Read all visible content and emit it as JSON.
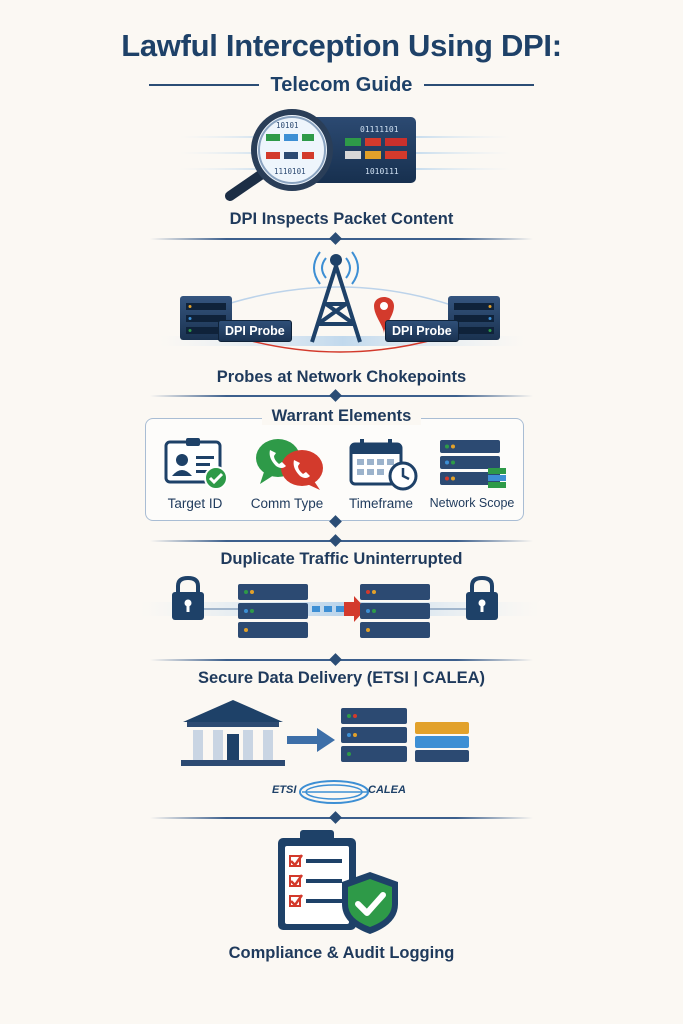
{
  "header": {
    "title": "Lawful Interception Using DPI:",
    "subtitle": "Telecom Guide"
  },
  "sections": {
    "dpi": {
      "caption": "DPI Inspects Packet Content",
      "binary_top": "10101",
      "binary_top2": "01111101",
      "binary_bottom": "1110101",
      "binary_bottom2": "1010111"
    },
    "probes": {
      "caption": "Probes at Network Chokepoints",
      "probe_left": "DPI Probe",
      "probe_right": "DPI Probe"
    },
    "warrant": {
      "title": "Warrant Elements",
      "items": [
        {
          "label": "Target ID",
          "icon": "id-card-icon"
        },
        {
          "label": "Comm Type",
          "icon": "chat-phone-icon"
        },
        {
          "label": "Timeframe",
          "icon": "calendar-clock-icon"
        },
        {
          "label": "Network Scope",
          "icon": "server-stack-icon"
        }
      ]
    },
    "duplicate": {
      "caption": "Duplicate Traffic Uninterrupted"
    },
    "delivery": {
      "caption": "Secure Data Delivery (ETSI | CALEA)",
      "logo_left": "ETSI",
      "logo_right": "CALEA"
    },
    "compliance": {
      "caption": "Compliance & Audit Logging"
    }
  },
  "colors": {
    "navy": "#1e4168",
    "accent_red": "#d33a2c",
    "accent_green": "#2e9a48",
    "accent_blue": "#3d8fd4"
  }
}
